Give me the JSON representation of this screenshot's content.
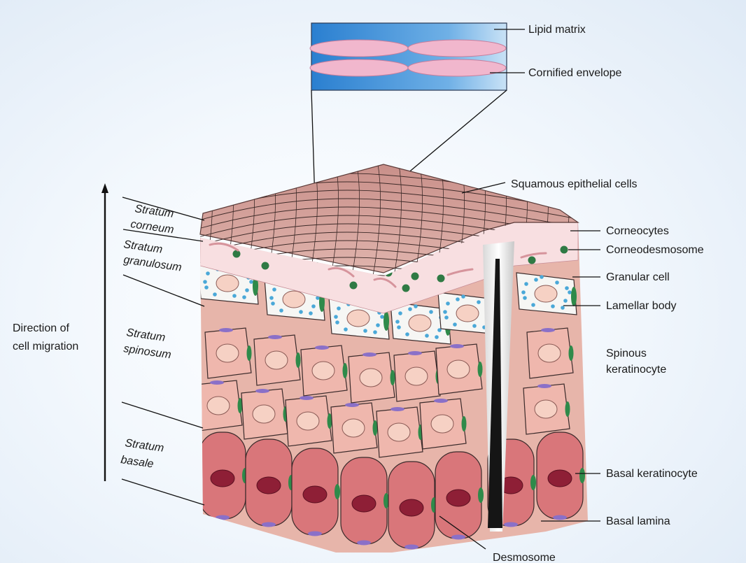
{
  "labels": {
    "lipid_matrix": "Lipid matrix",
    "cornified_envelope": "Cornified envelope",
    "squamous": "Squamous epithelial cells",
    "corneocytes": "Corneocytes",
    "corneodesmosome": "Corneodesmosome",
    "granular_cell": "Granular cell",
    "lamellar_body": "Lamellar body",
    "spinous_1": "Spinous",
    "spinous_2": "keratinocyte",
    "basal_keratinocyte": "Basal keratinocyte",
    "basal_lamina": "Basal lamina",
    "desmosome": "Desmosome",
    "direction_1": "Direction of",
    "direction_2": "cell migration"
  },
  "layers": {
    "corneum_1": "Stratum",
    "corneum_2": "corneum",
    "granulosum_1": "Stratum",
    "granulosum_2": "granulosum",
    "spinosum_1": "Stratum",
    "spinosum_2": "spinosum",
    "basale_1": "Stratum",
    "basale_2": "basale"
  },
  "colors": {
    "basal_cell": "#d9767a",
    "basal_nucleus": "#8e1f36",
    "spinous_cell": "#efb7ad",
    "spinous_nucleus": "#f6d1c4",
    "granular_cell": "#f6f6f4",
    "lamellar_dot": "#4aa8d8",
    "desmosome": "#2f8a4a",
    "corneodesmosome": "#2f7a44",
    "basal_lamina": "#8a70c8",
    "inset_blue": "#3d8fd8",
    "inset_ellipse": "#f1b7cd"
  }
}
